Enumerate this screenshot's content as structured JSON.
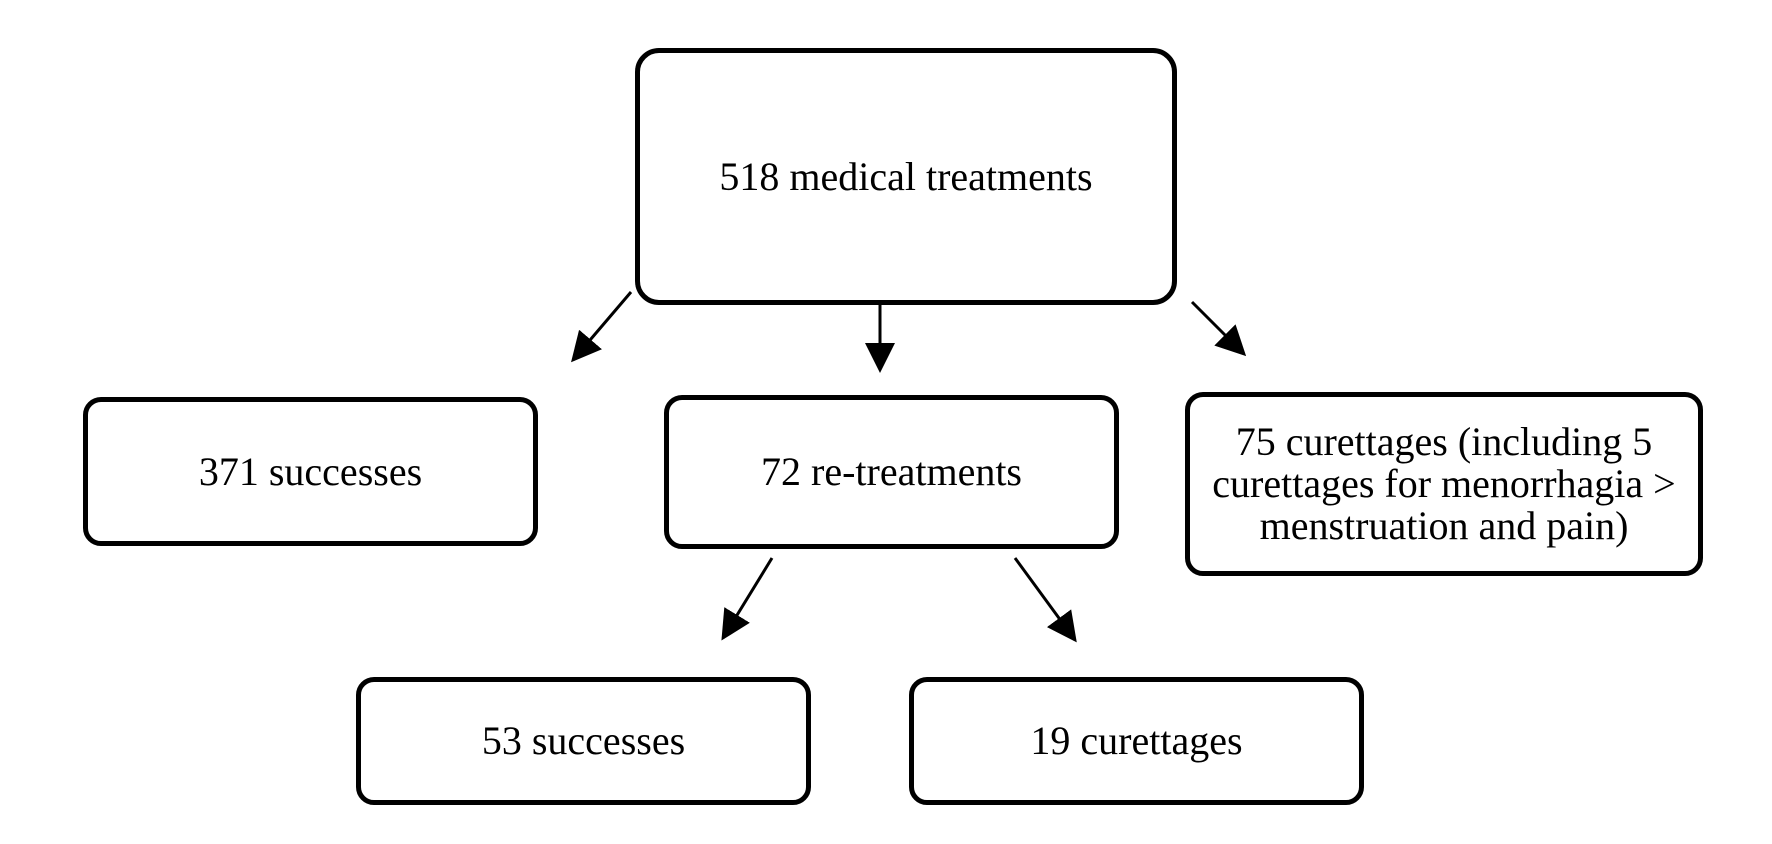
{
  "flowchart": {
    "root": "518 medical treatments",
    "outcomes": [
      "371 successes",
      "72 re-treatments",
      "75 curettages (including 5 curettages for menorrhagia > menstruation and pain)"
    ],
    "retreatment_outcomes": [
      "53 successes",
      "19 curettages"
    ]
  },
  "colors": {
    "stroke": "#000000",
    "background": "#ffffff"
  }
}
